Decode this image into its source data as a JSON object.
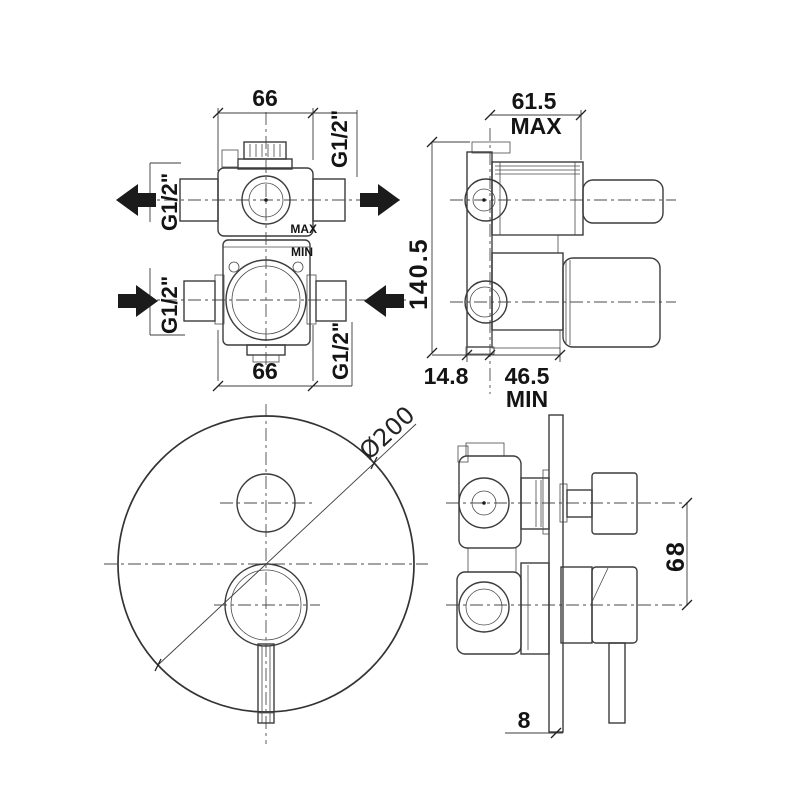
{
  "drawing": {
    "front_view": {
      "width_top": "66",
      "width_bottom": "66",
      "ports": {
        "top_right": "G1/2\"",
        "left_top": "G1/2\"",
        "left_bottom": "G1/2\"",
        "right_bottom": "G1/2\""
      },
      "plaster_max": "MAX",
      "plaster_min": "MIN"
    },
    "side_view": {
      "depth_max": "61.5",
      "depth_max_label": "MAX",
      "height": "140.5",
      "flange_depth": "14.8",
      "depth_min": "46.5",
      "depth_min_label": "MIN"
    },
    "plate_view": {
      "diameter": "Ø200"
    },
    "trim_view": {
      "handle_offset": "68",
      "plate_thickness": "8"
    }
  }
}
